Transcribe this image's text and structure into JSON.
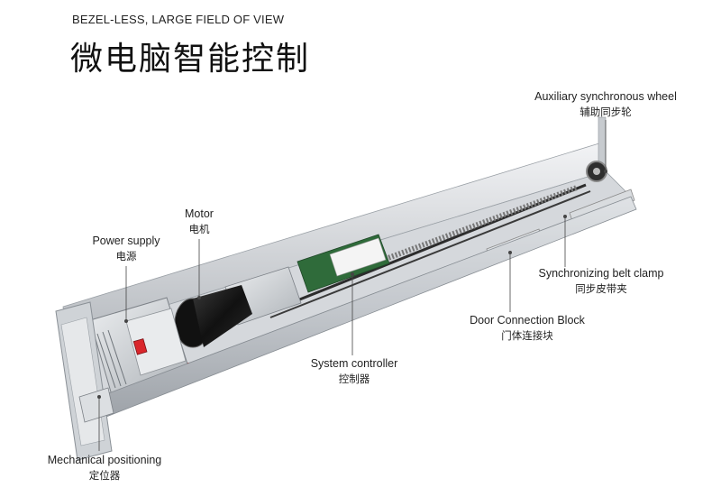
{
  "header": {
    "subtitle": "BEZEL-LESS, LARGE FIELD OF VIEW",
    "title": "微电脑智能控制"
  },
  "callouts": {
    "auxiliary_wheel": {
      "en": "Auxiliary synchronous wheel",
      "cn": "辅助同步轮"
    },
    "motor": {
      "en": "Motor",
      "cn": "电机"
    },
    "power_supply": {
      "en": "Power supply",
      "cn": "电源"
    },
    "belt_clamp": {
      "en": "Synchronizing belt clamp",
      "cn": "同步皮带夹"
    },
    "door_block": {
      "en": "Door Connection Block",
      "cn": "门体连接块"
    },
    "system_controller": {
      "en": "System controller",
      "cn": "控制器"
    },
    "mechanical_positioning": {
      "en": "Mechanical positioning",
      "cn": "定位器"
    }
  },
  "colors": {
    "aluminum": "#c9ccd0",
    "aluminum_dark": "#8e949a",
    "motor": "#1b1b1b",
    "switch_red": "#d9262c",
    "controller_green": "#2f6b3a"
  }
}
